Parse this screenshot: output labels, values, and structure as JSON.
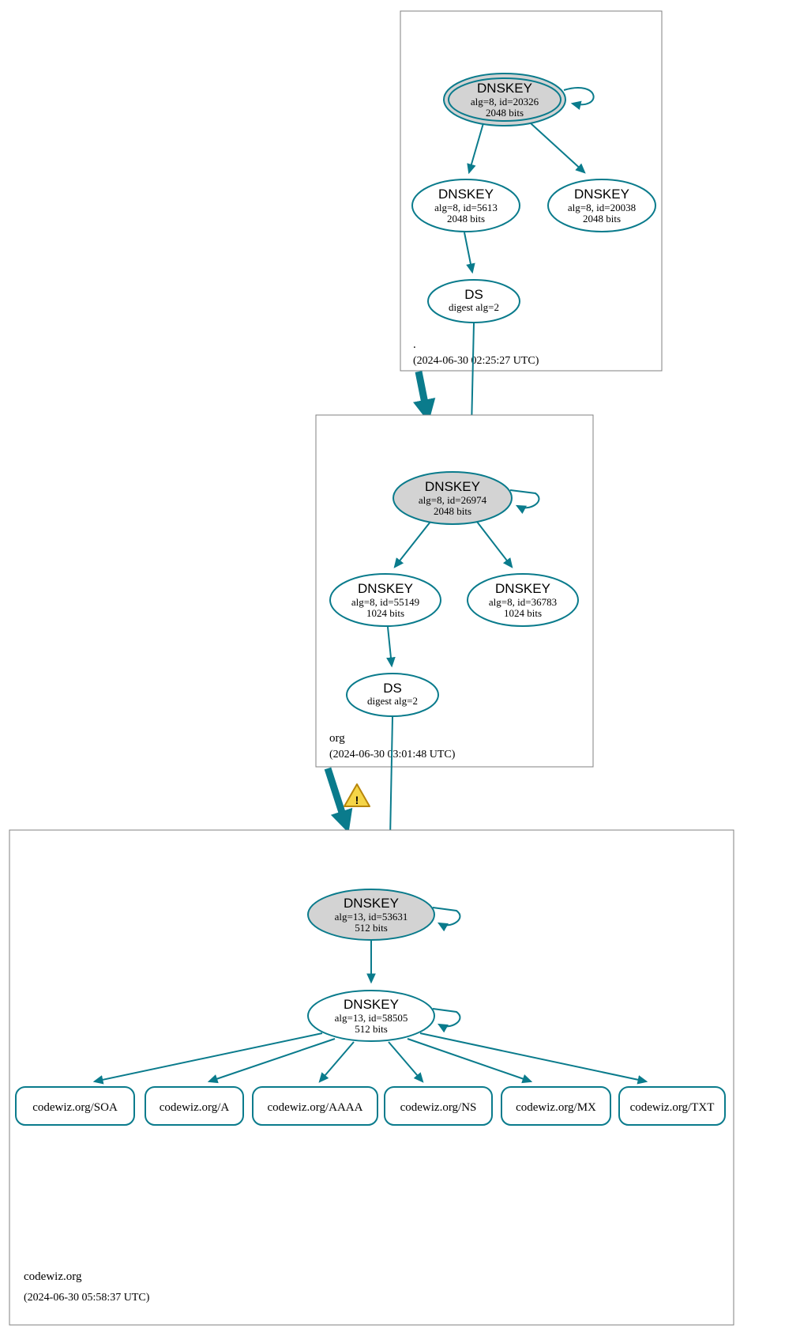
{
  "diagram": {
    "kind": "dnssec-authentication-chain",
    "colors": {
      "edge": "#0a7b8c",
      "node_stroke": "#0a7b8c",
      "secure_fill": "#d3d3d3",
      "plain_fill": "#ffffff",
      "zone_border": "#808080",
      "warning_fill": "#f5d547",
      "warning_stroke": "#b8860b",
      "background": "#ffffff"
    }
  },
  "zones": [
    {
      "id": "root",
      "name": ".",
      "timestamp": "(2024-06-30 02:25:27 UTC)",
      "nodes": [
        {
          "id": "root-ksk",
          "type": "DNSKEY",
          "title": "DNSKEY",
          "line2": "alg=8, id=20326",
          "line3": "2048 bits",
          "alg": 8,
          "key_id": 20326,
          "bits": 2048,
          "secure": true,
          "trust_anchor": true,
          "self_sign": true
        },
        {
          "id": "root-zsk-5613",
          "type": "DNSKEY",
          "title": "DNSKEY",
          "line2": "alg=8, id=5613",
          "line3": "2048 bits",
          "alg": 8,
          "key_id": 5613,
          "bits": 2048,
          "secure": false,
          "trust_anchor": false,
          "self_sign": false
        },
        {
          "id": "root-zsk-20038",
          "type": "DNSKEY",
          "title": "DNSKEY",
          "line2": "alg=8, id=20038",
          "line3": "2048 bits",
          "alg": 8,
          "key_id": 20038,
          "bits": 2048,
          "secure": false,
          "trust_anchor": false,
          "self_sign": false
        },
        {
          "id": "root-ds",
          "type": "DS",
          "title": "DS",
          "line2": "digest alg=2",
          "line3": "",
          "digest_alg": 2,
          "secure": false
        }
      ]
    },
    {
      "id": "org",
      "name": "org",
      "timestamp": "(2024-06-30 03:01:48 UTC)",
      "nodes": [
        {
          "id": "org-ksk",
          "type": "DNSKEY",
          "title": "DNSKEY",
          "line2": "alg=8, id=26974",
          "line3": "2048 bits",
          "alg": 8,
          "key_id": 26974,
          "bits": 2048,
          "secure": true,
          "trust_anchor": false,
          "self_sign": true
        },
        {
          "id": "org-zsk-55149",
          "type": "DNSKEY",
          "title": "DNSKEY",
          "line2": "alg=8, id=55149",
          "line3": "1024 bits",
          "alg": 8,
          "key_id": 55149,
          "bits": 1024,
          "secure": false,
          "trust_anchor": false,
          "self_sign": false
        },
        {
          "id": "org-zsk-36783",
          "type": "DNSKEY",
          "title": "DNSKEY",
          "line2": "alg=8, id=36783",
          "line3": "1024 bits",
          "alg": 8,
          "key_id": 36783,
          "bits": 1024,
          "secure": false,
          "trust_anchor": false,
          "self_sign": false
        },
        {
          "id": "org-ds",
          "type": "DS",
          "title": "DS",
          "line2": "digest alg=2",
          "line3": "",
          "digest_alg": 2,
          "secure": false
        }
      ]
    },
    {
      "id": "codewiz",
      "name": "codewiz.org",
      "timestamp": "(2024-06-30 05:58:37 UTC)",
      "nodes": [
        {
          "id": "cw-ksk",
          "type": "DNSKEY",
          "title": "DNSKEY",
          "line2": "alg=13, id=53631",
          "line3": "512 bits",
          "alg": 13,
          "key_id": 53631,
          "bits": 512,
          "secure": true,
          "trust_anchor": false,
          "self_sign": true
        },
        {
          "id": "cw-zsk",
          "type": "DNSKEY",
          "title": "DNSKEY",
          "line2": "alg=13, id=58505",
          "line3": "512 bits",
          "alg": 13,
          "key_id": 58505,
          "bits": 512,
          "secure": false,
          "trust_anchor": false,
          "self_sign": true
        }
      ],
      "rrsets": [
        {
          "id": "rr-soa",
          "label": "codewiz.org/SOA"
        },
        {
          "id": "rr-a",
          "label": "codewiz.org/A"
        },
        {
          "id": "rr-aaaa",
          "label": "codewiz.org/AAAA"
        },
        {
          "id": "rr-ns",
          "label": "codewiz.org/NS"
        },
        {
          "id": "rr-mx",
          "label": "codewiz.org/MX"
        },
        {
          "id": "rr-txt",
          "label": "codewiz.org/TXT"
        }
      ]
    }
  ],
  "warnings": [
    {
      "id": "warn-delegation",
      "on_edge": "org-to-codewiz-delegation",
      "icon": "warning-triangle-icon",
      "glyph": "!"
    }
  ]
}
